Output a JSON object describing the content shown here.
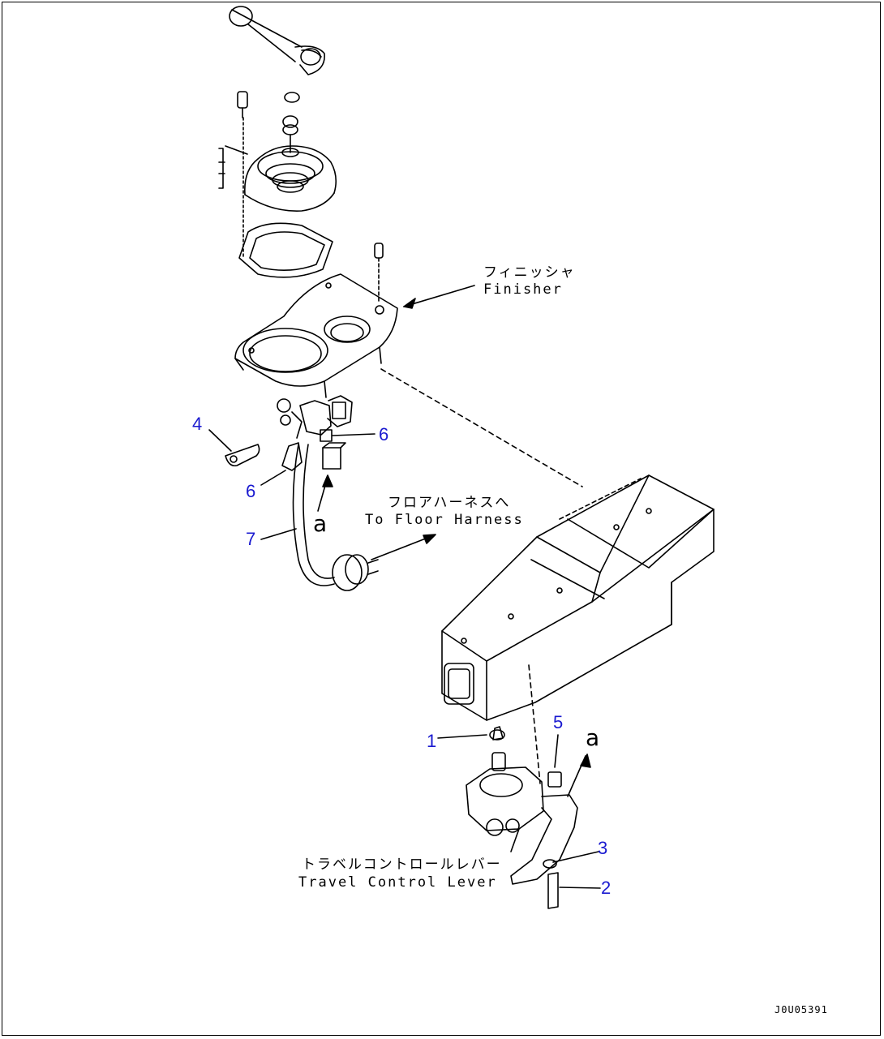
{
  "labels": {
    "finisher_jp": "フィニッシャ",
    "finisher_en": "Finisher",
    "floor_jp": "フロアハーネスへ",
    "floor_en": "To Floor Harness",
    "travel_jp": "トラベルコントロールレバー",
    "travel_en": "Travel Control Lever"
  },
  "refs": {
    "a_upper": "a",
    "a_lower": "a"
  },
  "callouts": {
    "c1": "1",
    "c2": "2",
    "c3": "3",
    "c4": "4",
    "c5": "5",
    "c6a": "6",
    "c6b": "6",
    "c7": "7"
  },
  "drawing_code": "J0U05391",
  "colors": {
    "callout": "#1a1ad0",
    "line": "#000000"
  }
}
